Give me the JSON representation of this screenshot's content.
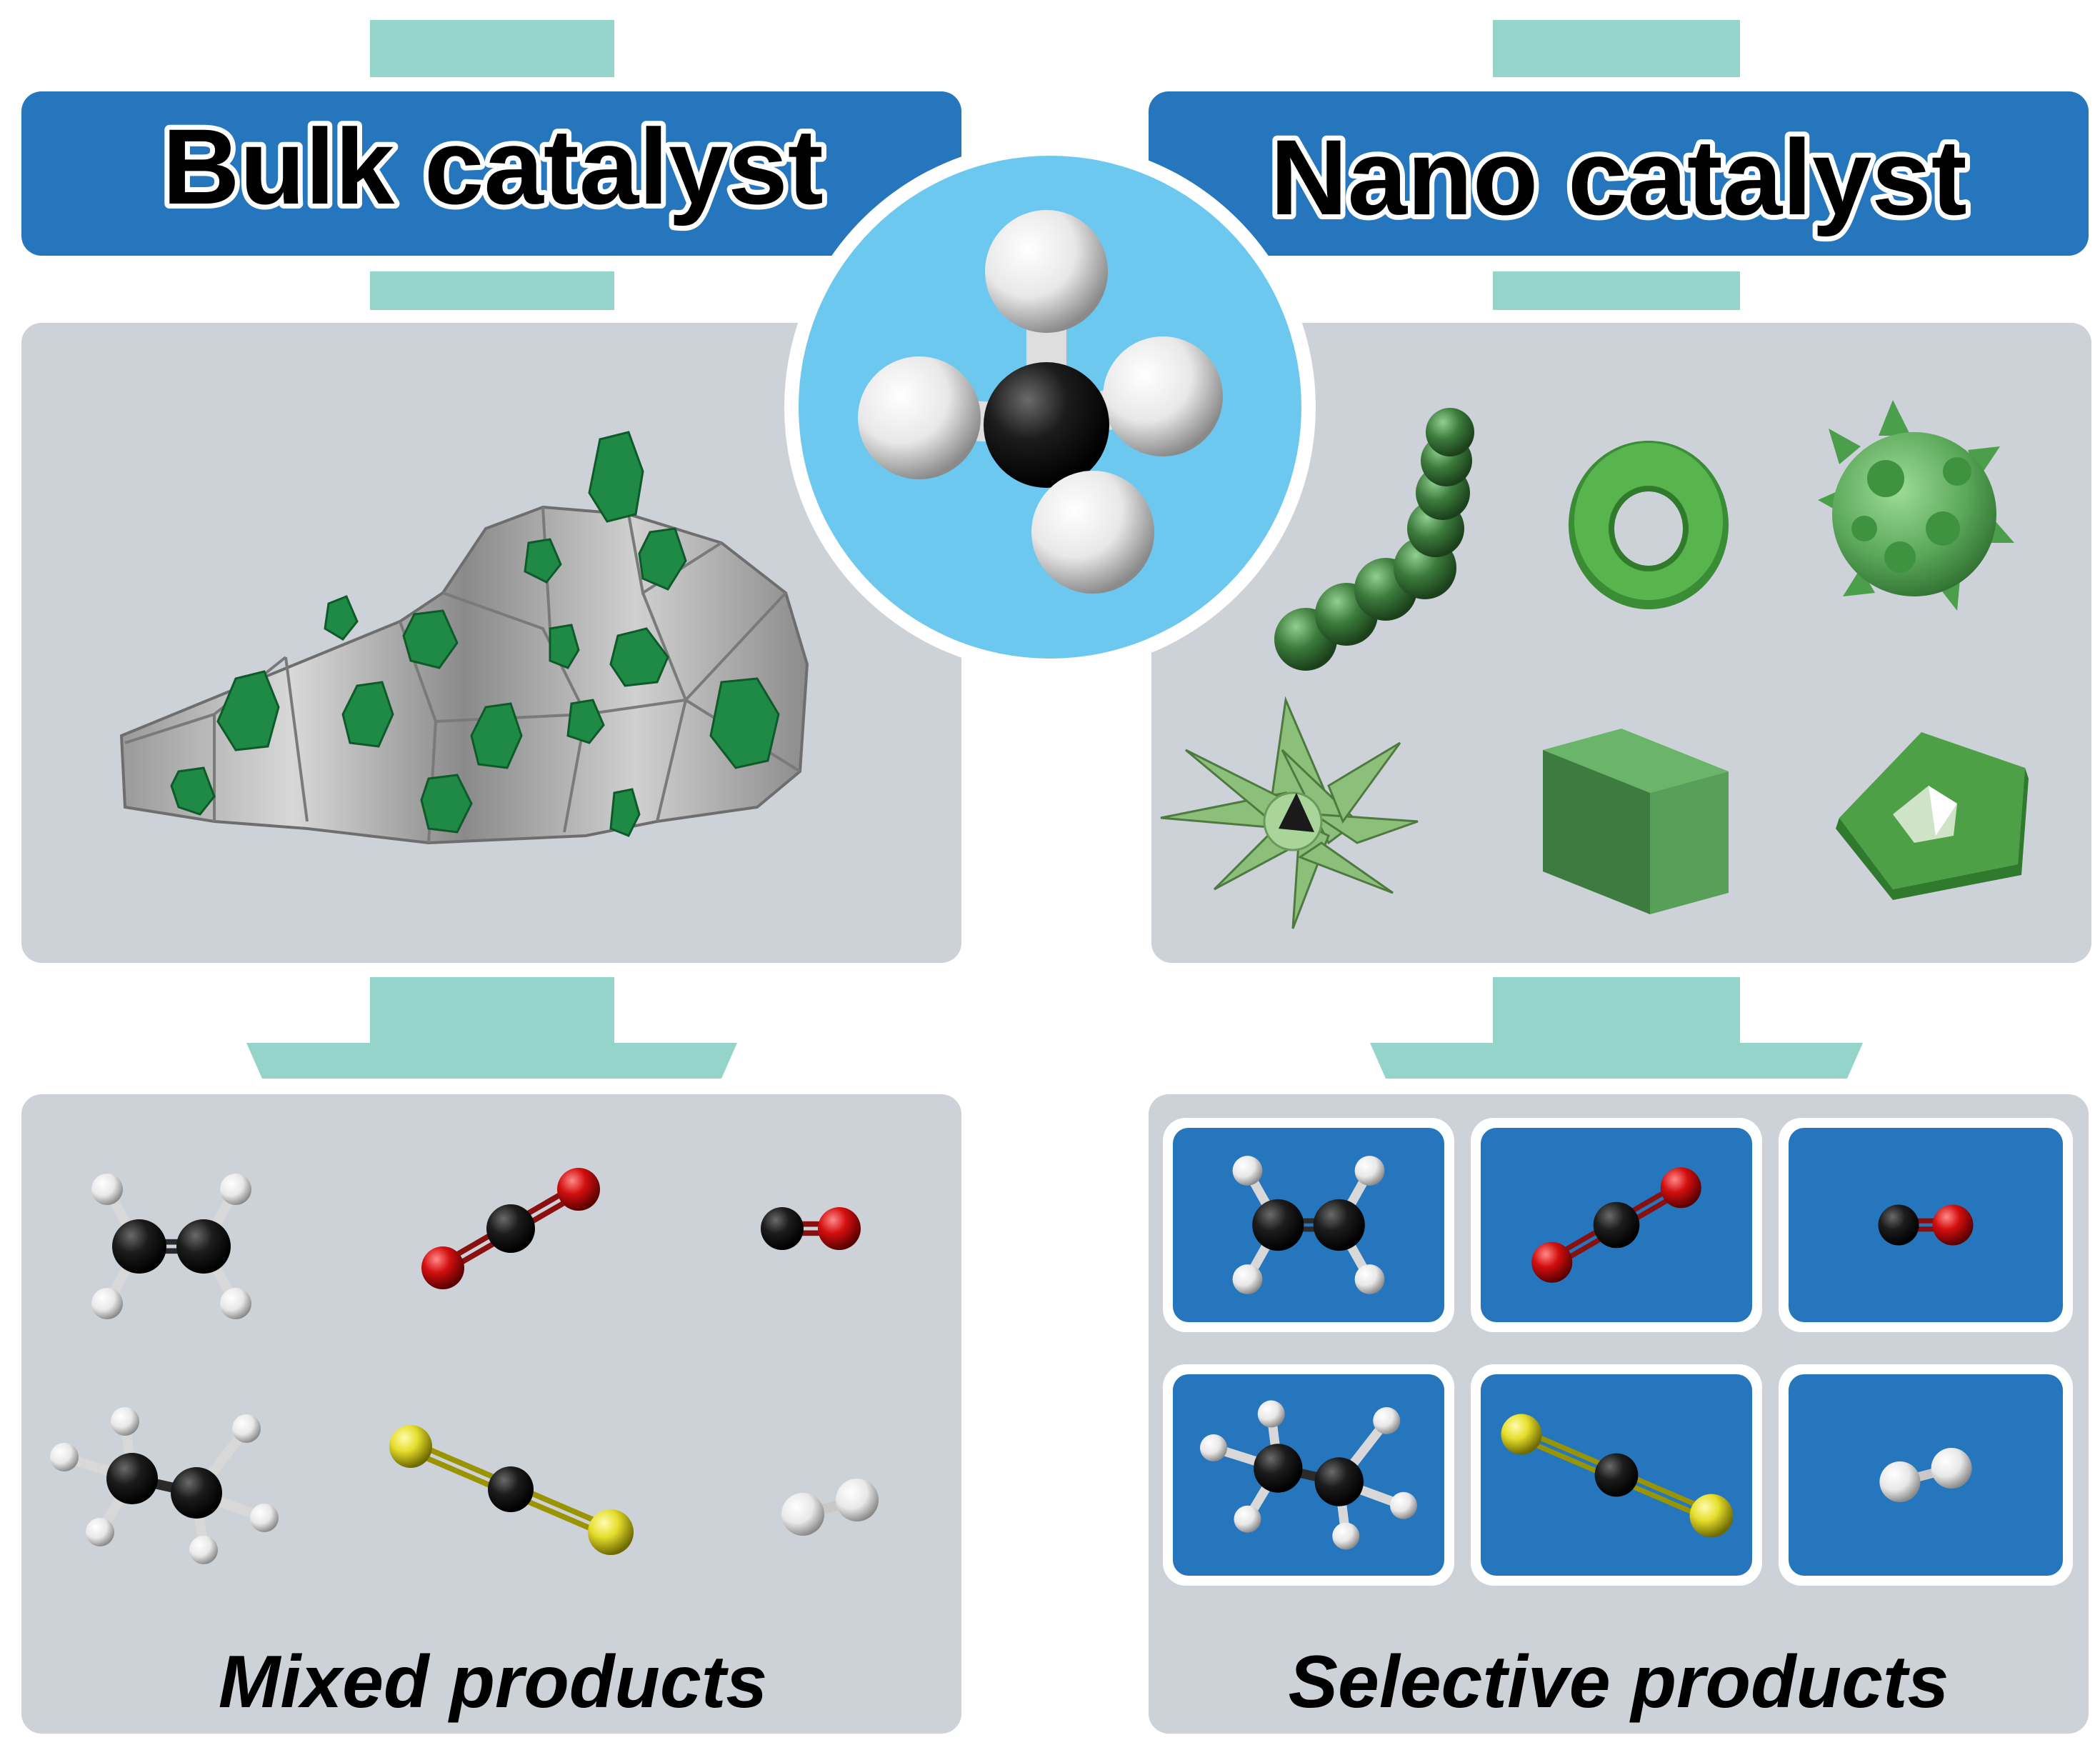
{
  "left": {
    "title": "Bulk catalyst",
    "caption": "Mixed products"
  },
  "right": {
    "title": "Nano catalyst",
    "caption": "Selective products"
  },
  "center_molecule": "methane-molecule",
  "nanostructures": [
    "nanochain",
    "nanoring",
    "spiky-nanosphere",
    "nanostar",
    "nanocube",
    "hollow-nanopentagon"
  ],
  "products": [
    "ethylene",
    "carbon-dioxide",
    "carbon-monoxide",
    "ethane",
    "carbon-disulfide",
    "hydrogen"
  ],
  "colors": {
    "header_blue": "#2576bd",
    "connector_teal": "#94d4cb",
    "panel_gray": "#cdd1d8",
    "center_circle": "#6cc8ef",
    "product_tile_blue": "#2576bd",
    "catalyst_green": "#1e8a45",
    "oxygen_red": "#d40f0f",
    "sulfur_yellow": "#e6de2c",
    "carbon_black": "#1c1c1c",
    "hydrogen_white": "#f2f2f2"
  }
}
